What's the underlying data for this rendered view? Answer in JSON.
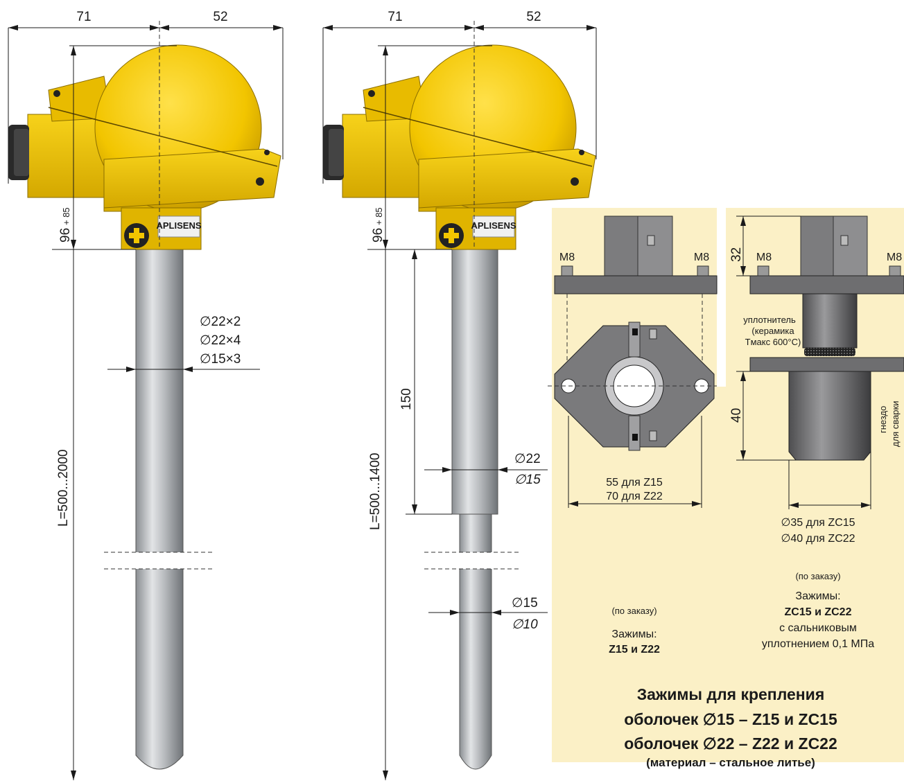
{
  "colors": {
    "housing": "#f2c500",
    "housing_dark": "#c99c00",
    "tube": "#b4b8bc",
    "panel": "#fbf0c6",
    "flange": "#6e6e70"
  },
  "left_drawing": {
    "dim_left_width": "71",
    "dim_right_width": "52",
    "dim_head_height": "96",
    "dim_head_height_tol": "+ 85",
    "diameter_1": "∅22×2",
    "diameter_2": "∅22×4",
    "diameter_3": "∅15×3",
    "length": "L=500...2000"
  },
  "middle_drawing": {
    "dim_left_width": "71",
    "dim_right_width": "52",
    "dim_head_height": "96",
    "dim_head_height_tol": "+ 85",
    "dim_upper_section": "150",
    "upper_diameter": "∅22",
    "upper_diameter_inner": "∅15",
    "lower_diameter": "∅15",
    "lower_diameter_inner": "∅10",
    "length": "L=500...1400"
  },
  "clamp_z": {
    "bolt_left": "M8",
    "bolt_right": "M8",
    "width_line_1": "55 для Z15",
    "width_line_2": "70 для Z22",
    "note": "(по заказу)",
    "caption_1": "Зажимы:",
    "caption_2": "Z15 и Z22"
  },
  "clamp_zc": {
    "dim_height": "32",
    "bolt_left": "M8",
    "bolt_right": "M8",
    "seal_1": "уплотнитель",
    "seal_2": "(керамика",
    "seal_3": "Tмакс 600°C)",
    "dim_socket": "40",
    "socket_1": "гнездо",
    "socket_2": "для сварки",
    "diam_line_1": "∅35 для ZC15",
    "diam_line_2": "∅40 для ZC22",
    "note": "(по заказу)",
    "caption_1": "Зажимы:",
    "caption_2": "ZC15 и ZC22",
    "caption_3": "с сальниковым",
    "caption_4": "уплотнением 0,1 МПа"
  },
  "title": {
    "line_1": "Зажимы для крепления",
    "line_2": "оболочек ∅15 – Z15 и ZC15",
    "line_3": "оболочек ∅22 – Z22 и ZC22",
    "line_4": "(материал – стальное литье)"
  },
  "nameplate": "APLISENS"
}
